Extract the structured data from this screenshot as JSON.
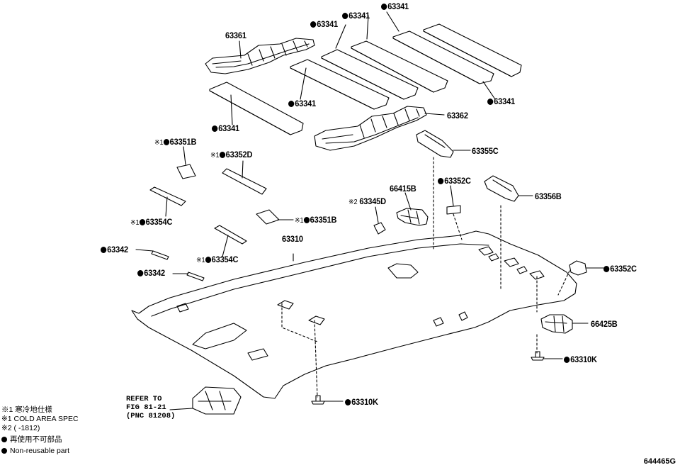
{
  "labels": {
    "l63341_top": {
      "no": "63341",
      "dot": true,
      "mark": ""
    },
    "l63341_b": {
      "no": "63341",
      "dot": true,
      "mark": ""
    },
    "l63341_c": {
      "no": "63341",
      "dot": true,
      "mark": ""
    },
    "l63361": {
      "no": "63361",
      "dot": false,
      "mark": ""
    },
    "l63341_d": {
      "no": "63341",
      "dot": true,
      "mark": ""
    },
    "l63341_e": {
      "no": "63341",
      "dot": true,
      "mark": ""
    },
    "l63341_f": {
      "no": "63341",
      "dot": true,
      "mark": ""
    },
    "l63362": {
      "no": "63362",
      "dot": false,
      "mark": ""
    },
    "l63355C": {
      "no": "63355C",
      "dot": false,
      "mark": ""
    },
    "l63351B_a": {
      "no": "63351B",
      "dot": true,
      "mark": "※1"
    },
    "l63352D": {
      "no": "63352D",
      "dot": true,
      "mark": "※1"
    },
    "l63352C_a": {
      "no": "63352C",
      "dot": true,
      "mark": ""
    },
    "l66415B": {
      "no": "66415B",
      "dot": false,
      "mark": ""
    },
    "l63345D": {
      "no": "63345D",
      "dot": false,
      "mark": "※2"
    },
    "l63356B": {
      "no": "63356B",
      "dot": false,
      "mark": ""
    },
    "l63354C_a": {
      "no": "63354C",
      "dot": true,
      "mark": "※1"
    },
    "l63351B_b": {
      "no": "63351B",
      "dot": true,
      "mark": "※1"
    },
    "l63310": {
      "no": "63310",
      "dot": false,
      "mark": ""
    },
    "l63342_a": {
      "no": "63342",
      "dot": true,
      "mark": ""
    },
    "l63354C_b": {
      "no": "63354C",
      "dot": true,
      "mark": "※1"
    },
    "l63342_b": {
      "no": "63342",
      "dot": true,
      "mark": ""
    },
    "l63352C_b": {
      "no": "63352C",
      "dot": true,
      "mark": ""
    },
    "l66425B": {
      "no": "66425B",
      "dot": false,
      "mark": ""
    },
    "l63310K_a": {
      "no": "63310K",
      "dot": true,
      "mark": ""
    },
    "l63310K_b": {
      "no": "63310K",
      "dot": true,
      "mark": ""
    }
  },
  "reference": {
    "line1": "REFER TO",
    "line2": "FIG 81-21",
    "line3": "(PNC 81208)"
  },
  "legend": {
    "mark1_jp": "※1 寒冷地仕様",
    "mark1_en": "※1 COLD AREA SPEC",
    "mark2": "※2 (   -1812)",
    "dot_jp": "再使用不可部品",
    "dot_en": "Non-reusable part"
  },
  "figure_id": "644465G"
}
